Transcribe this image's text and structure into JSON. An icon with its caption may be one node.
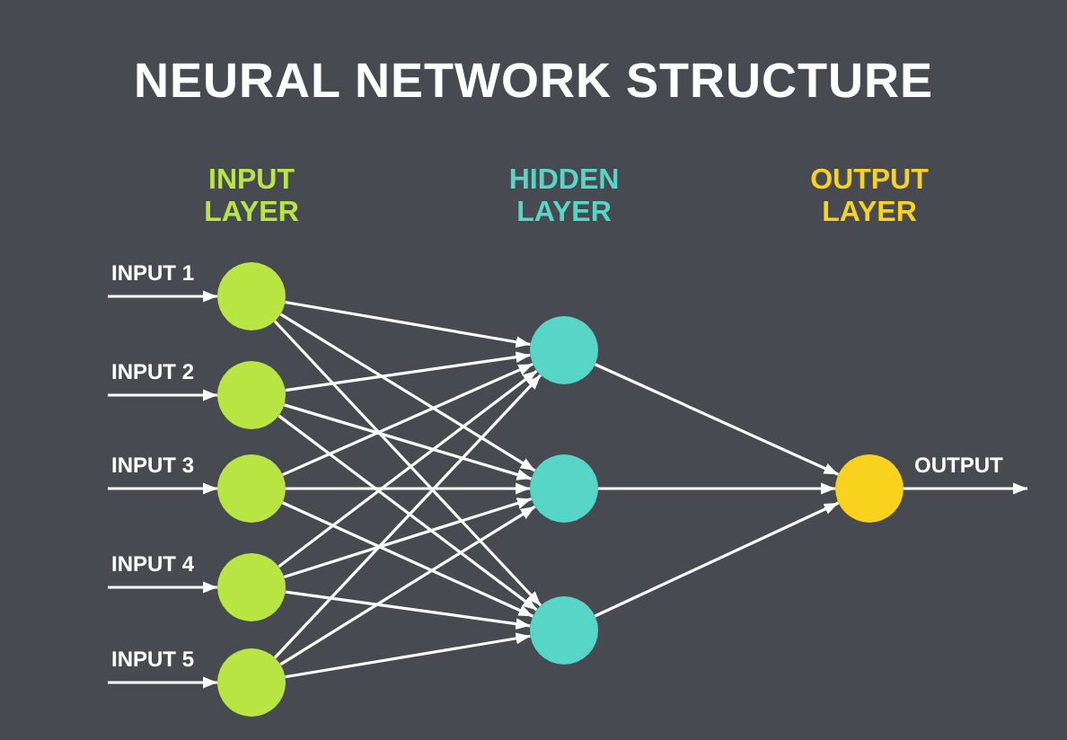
{
  "diagram": {
    "title": "NEURAL NETWORK STRUCTURE",
    "nodes": [
      {
        "text": [],
        "shape": "circle"
      },
      {
        "text": [],
        "shape": "circle"
      },
      {
        "text": [],
        "shape": "circle"
      },
      {
        "text": [],
        "shape": "circle"
      },
      {
        "text": [],
        "shape": "circle"
      },
      {
        "text": [],
        "shape": "circle"
      },
      {
        "text": [],
        "shape": "circle"
      },
      {
        "text": [],
        "shape": "circle"
      },
      {
        "text": [],
        "shape": "circle"
      }
    ],
    "edges": [
      {
        "from": null,
        "to": 0,
        "arrow": "to",
        "label": "INPUT 1"
      },
      {
        "from": null,
        "to": 1,
        "arrow": "to",
        "label": "INPUT 2"
      },
      {
        "from": null,
        "to": 2,
        "arrow": "to",
        "label": "INPUT 3"
      },
      {
        "from": null,
        "to": 3,
        "arrow": "to",
        "label": "INPUT 4"
      },
      {
        "from": null,
        "to": 4,
        "arrow": "to",
        "label": "INPUT 5"
      },
      {
        "from": 0,
        "to": 5,
        "arrow": "to"
      },
      {
        "from": 0,
        "to": 6,
        "arrow": "to"
      },
      {
        "from": 0,
        "to": 7,
        "arrow": "to"
      },
      {
        "from": 1,
        "to": 5,
        "arrow": "to"
      },
      {
        "from": 1,
        "to": 6,
        "arrow": "to"
      },
      {
        "from": 1,
        "to": 7,
        "arrow": "to"
      },
      {
        "from": 2,
        "to": 5,
        "arrow": "to"
      },
      {
        "from": 2,
        "to": 6,
        "arrow": "to"
      },
      {
        "from": 2,
        "to": 7,
        "arrow": "to"
      },
      {
        "from": 3,
        "to": 5,
        "arrow": "to"
      },
      {
        "from": 3,
        "to": 6,
        "arrow": "to"
      },
      {
        "from": 3,
        "to": 7,
        "arrow": "to"
      },
      {
        "from": 4,
        "to": 5,
        "arrow": "to"
      },
      {
        "from": 4,
        "to": 6,
        "arrow": "to"
      },
      {
        "from": 4,
        "to": 7,
        "arrow": "to"
      },
      {
        "from": 5,
        "to": 8,
        "arrow": "to"
      },
      {
        "from": 6,
        "to": 8,
        "arrow": "to"
      },
      {
        "from": 7,
        "to": 8,
        "arrow": "to"
      },
      {
        "from": 8,
        "to": null,
        "arrow": "to",
        "label": "OUTPUT"
      }
    ],
    "labels": [
      "INPUT LAYER",
      "HIDDEN LAYER",
      "OUTPUT LAYER"
    ]
  }
}
